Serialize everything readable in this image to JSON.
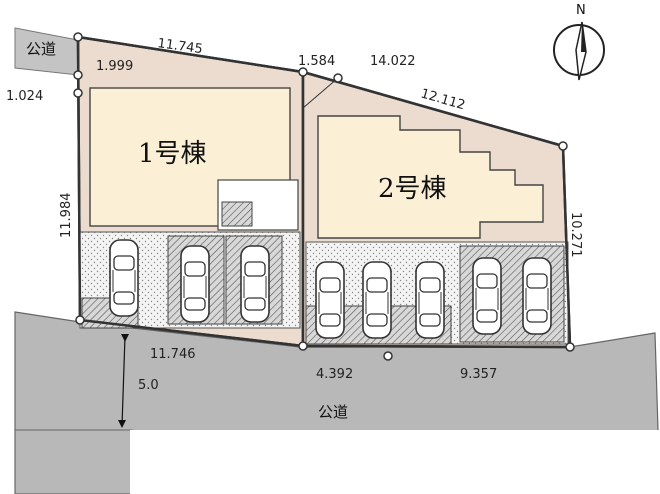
{
  "roads": {
    "top_road_label": "公道",
    "bottom_road_label": "公道",
    "bottom_road_width": "5.0"
  },
  "buildings": {
    "building1_label": "1号棟",
    "building2_label": "2号棟"
  },
  "dimensions": {
    "top_lot1": "11.745",
    "corner_short_1": "1.999",
    "corner_short_2": "1.024",
    "left_side": "11.984",
    "top_lot2_a": "1.584",
    "top_lot2_b": "14.022",
    "diag_lot2": "12.112",
    "right_side": "10.271",
    "bottom_lot1": "11.746",
    "bottom_lot2_a": "4.392",
    "bottom_lot2_b": "9.357"
  },
  "compass": {
    "north_label": "N"
  },
  "colors": {
    "lot_fill": "#ecdcd0",
    "building_fill": "#fbefd6",
    "parking_fill": "#f0f0f0",
    "road_fill": "#b8b8b8",
    "boundary": "#333333"
  }
}
